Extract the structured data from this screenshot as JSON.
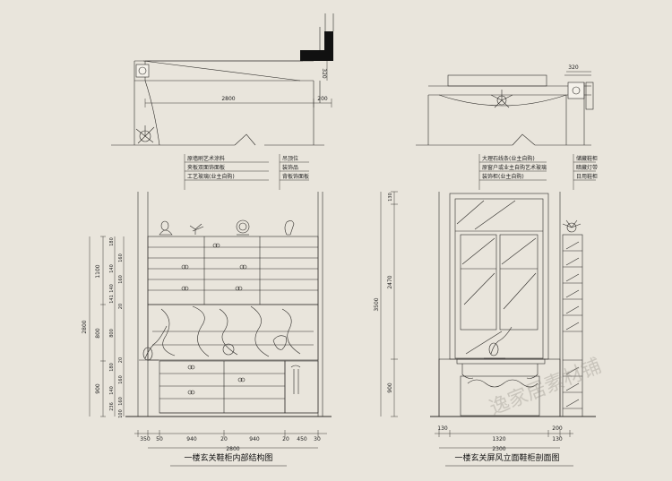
{
  "left_plan": {
    "dims": [
      "2800",
      "200",
      "320"
    ]
  },
  "right_plan": {
    "dims": [
      "320"
    ]
  },
  "left_notes": {
    "col1": [
      "原墙刷艺术涂料",
      "夹板双面饰面板",
      "工艺玻璃(业主自购)"
    ],
    "col2": [
      "吊顶位",
      "装饰品",
      "背板饰面板"
    ]
  },
  "right_notes": {
    "col1": [
      "大理石线条(业主自购)",
      "原窗户或业主自购艺术玻璃",
      "装饰柜(业主自购)"
    ],
    "col2": [
      "储藏鞋柜",
      "暗藏灯带",
      "日用鞋柜"
    ]
  },
  "left_elev": {
    "left_dims": [
      "1100",
      "800",
      "900",
      "2800"
    ],
    "right_dims": [
      "180",
      "160",
      "140",
      "160",
      "140",
      "141",
      "20",
      "800",
      "20",
      "180",
      "160",
      "140",
      "160",
      "236",
      "100"
    ],
    "bottom_dims": [
      "350",
      "50",
      "940",
      "20",
      "940",
      "20",
      "450",
      "30"
    ],
    "total": "2800",
    "caption": "一楼玄关鞋柜内部结构图"
  },
  "right_elev": {
    "left_dims": [
      "130",
      "2470",
      "3500",
      "900"
    ],
    "bottom_dims": [
      "130",
      "1320",
      "200",
      "130"
    ],
    "total": "2300",
    "caption": "一楼玄关屏风立面鞋柜剖面图"
  },
  "watermark": "逸家居素材铺"
}
